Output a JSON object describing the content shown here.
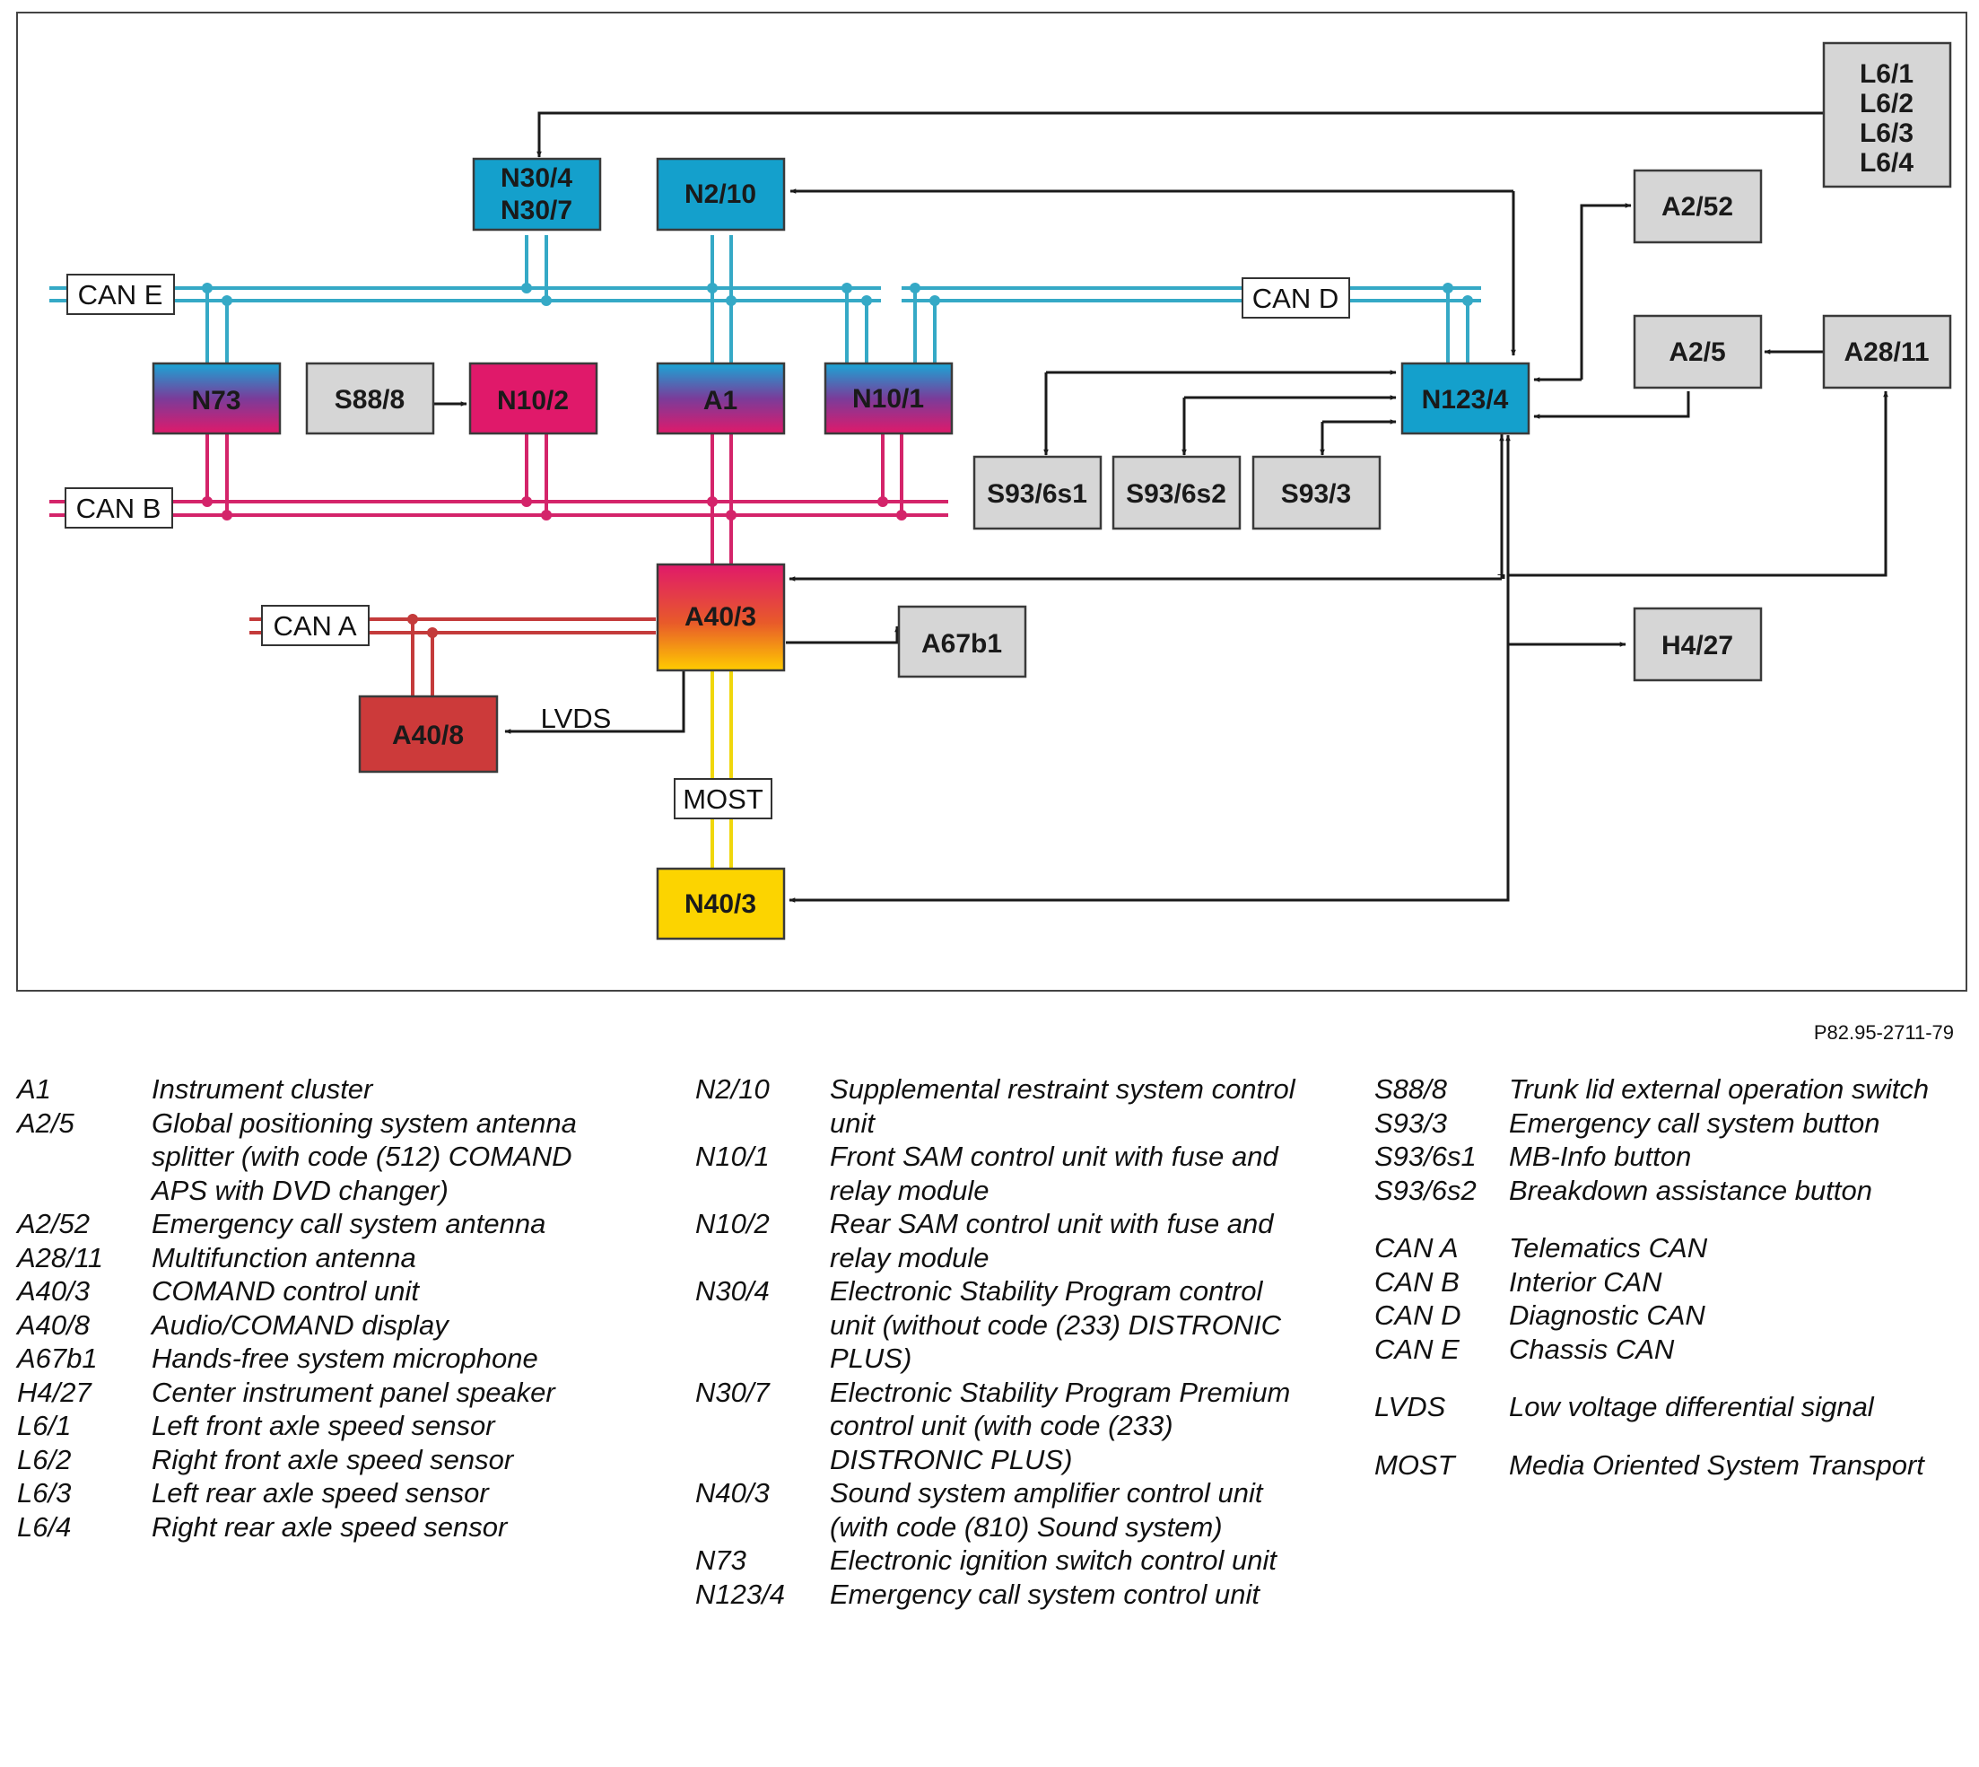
{
  "nodes": [
    {
      "id": "N30_4_7",
      "lines": [
        "N30/4",
        "N30/7"
      ]
    },
    {
      "id": "N2_10",
      "lines": [
        "N2/10"
      ]
    },
    {
      "id": "L6",
      "lines": [
        "L6/1",
        "L6/2",
        "L6/3",
        "L6/4"
      ]
    },
    {
      "id": "A2_52",
      "lines": [
        "A2/52"
      ]
    },
    {
      "id": "A2_5",
      "lines": [
        "A2/5"
      ]
    },
    {
      "id": "A28_11",
      "lines": [
        "A28/11"
      ]
    },
    {
      "id": "N73",
      "lines": [
        "N73"
      ]
    },
    {
      "id": "S88_8",
      "lines": [
        "S88/8"
      ]
    },
    {
      "id": "N10_2",
      "lines": [
        "N10/2"
      ]
    },
    {
      "id": "A1",
      "lines": [
        "A1"
      ]
    },
    {
      "id": "N10_1",
      "lines": [
        "N10/1"
      ]
    },
    {
      "id": "N123_4",
      "lines": [
        "N123/4"
      ]
    },
    {
      "id": "S93_6s1",
      "lines": [
        "S93/6s1"
      ]
    },
    {
      "id": "S93_6s2",
      "lines": [
        "S93/6s2"
      ]
    },
    {
      "id": "S93_3",
      "lines": [
        "S93/3"
      ]
    },
    {
      "id": "A40_3",
      "lines": [
        "A40/3"
      ]
    },
    {
      "id": "A67b1",
      "lines": [
        "A67b1"
      ]
    },
    {
      "id": "H4_27",
      "lines": [
        "H4/27"
      ]
    },
    {
      "id": "A40_8",
      "lines": [
        "A40/8"
      ]
    },
    {
      "id": "N40_3",
      "lines": [
        "N40/3"
      ]
    }
  ],
  "bus_labels": {
    "can_e": "CAN E",
    "can_d": "CAN D",
    "can_b": "CAN B",
    "can_a": "CAN A",
    "most": "MOST",
    "lvds": "LVDS"
  },
  "colors": {
    "can_e": "#35a9c6",
    "can_b": "#d4246a",
    "can_a": "#c43b3b",
    "most": "#f0d70c",
    "blue_box": "#14a0cc",
    "magenta_box": "#e0196a",
    "gray_box": "#d6d6d6",
    "a40_8_box": "#cc3a3a",
    "n40_3_box": "#fcd400"
  },
  "reference": "P82.95-2711-79",
  "legend": {
    "col1": [
      {
        "code": "A1",
        "desc": "Instrument cluster"
      },
      {
        "code": "A2/5",
        "desc": "Global positioning system antenna splitter (with code (512) COMAND APS with DVD changer)"
      },
      {
        "code": "A2/52",
        "desc": "Emergency call system antenna"
      },
      {
        "code": "A28/11",
        "desc": "Multifunction antenna"
      },
      {
        "code": "A40/3",
        "desc": "COMAND control unit"
      },
      {
        "code": "A40/8",
        "desc": "Audio/COMAND display"
      },
      {
        "code": "A67b1",
        "desc": "Hands-free system microphone"
      },
      {
        "code": "H4/27",
        "desc": "Center instrument panel speaker"
      },
      {
        "code": "L6/1",
        "desc": "Left front axle speed sensor"
      },
      {
        "code": "L6/2",
        "desc": "Right front axle speed sensor"
      },
      {
        "code": "L6/3",
        "desc": "Left rear axle speed sensor"
      },
      {
        "code": "L6/4",
        "desc": "Right rear axle speed sensor"
      }
    ],
    "col2": [
      {
        "code": "N2/10",
        "desc": "Supplemental restraint system control unit"
      },
      {
        "code": "N10/1",
        "desc": "Front SAM control unit with fuse and relay module"
      },
      {
        "code": "N10/2",
        "desc": "Rear SAM control unit with fuse and relay module"
      },
      {
        "code": "N30/4",
        "desc": "Electronic Stability Program control unit (without code (233) DISTRONIC PLUS)"
      },
      {
        "code": "N30/7",
        "desc": "Electronic Stability Program Premium control unit (with code (233) DISTRONIC PLUS)"
      },
      {
        "code": "N40/3",
        "desc": "Sound system amplifier control unit (with code (810) Sound system)"
      },
      {
        "code": "N73",
        "desc": "Electronic ignition switch control unit"
      },
      {
        "code": "N123/4",
        "desc": "Emergency call system control unit"
      }
    ],
    "col3_a": [
      {
        "code": "S88/8",
        "desc": "Trunk lid external operation switch"
      },
      {
        "code": "S93/3",
        "desc": "Emergency call system button"
      },
      {
        "code": "S93/6s1",
        "desc": "MB-Info button"
      },
      {
        "code": "S93/6s2",
        "desc": "Breakdown assistance button"
      }
    ],
    "col3_b": [
      {
        "code": "CAN A",
        "desc": "Telematics CAN"
      },
      {
        "code": "CAN B",
        "desc": "Interior CAN"
      },
      {
        "code": "CAN D",
        "desc": "Diagnostic CAN"
      },
      {
        "code": "CAN E",
        "desc": "Chassis CAN"
      }
    ],
    "col3_c": [
      {
        "code": "LVDS",
        "desc": "Low voltage differential signal"
      }
    ],
    "col3_d": [
      {
        "code": "MOST",
        "desc": "Media Oriented System Transport"
      }
    ]
  }
}
